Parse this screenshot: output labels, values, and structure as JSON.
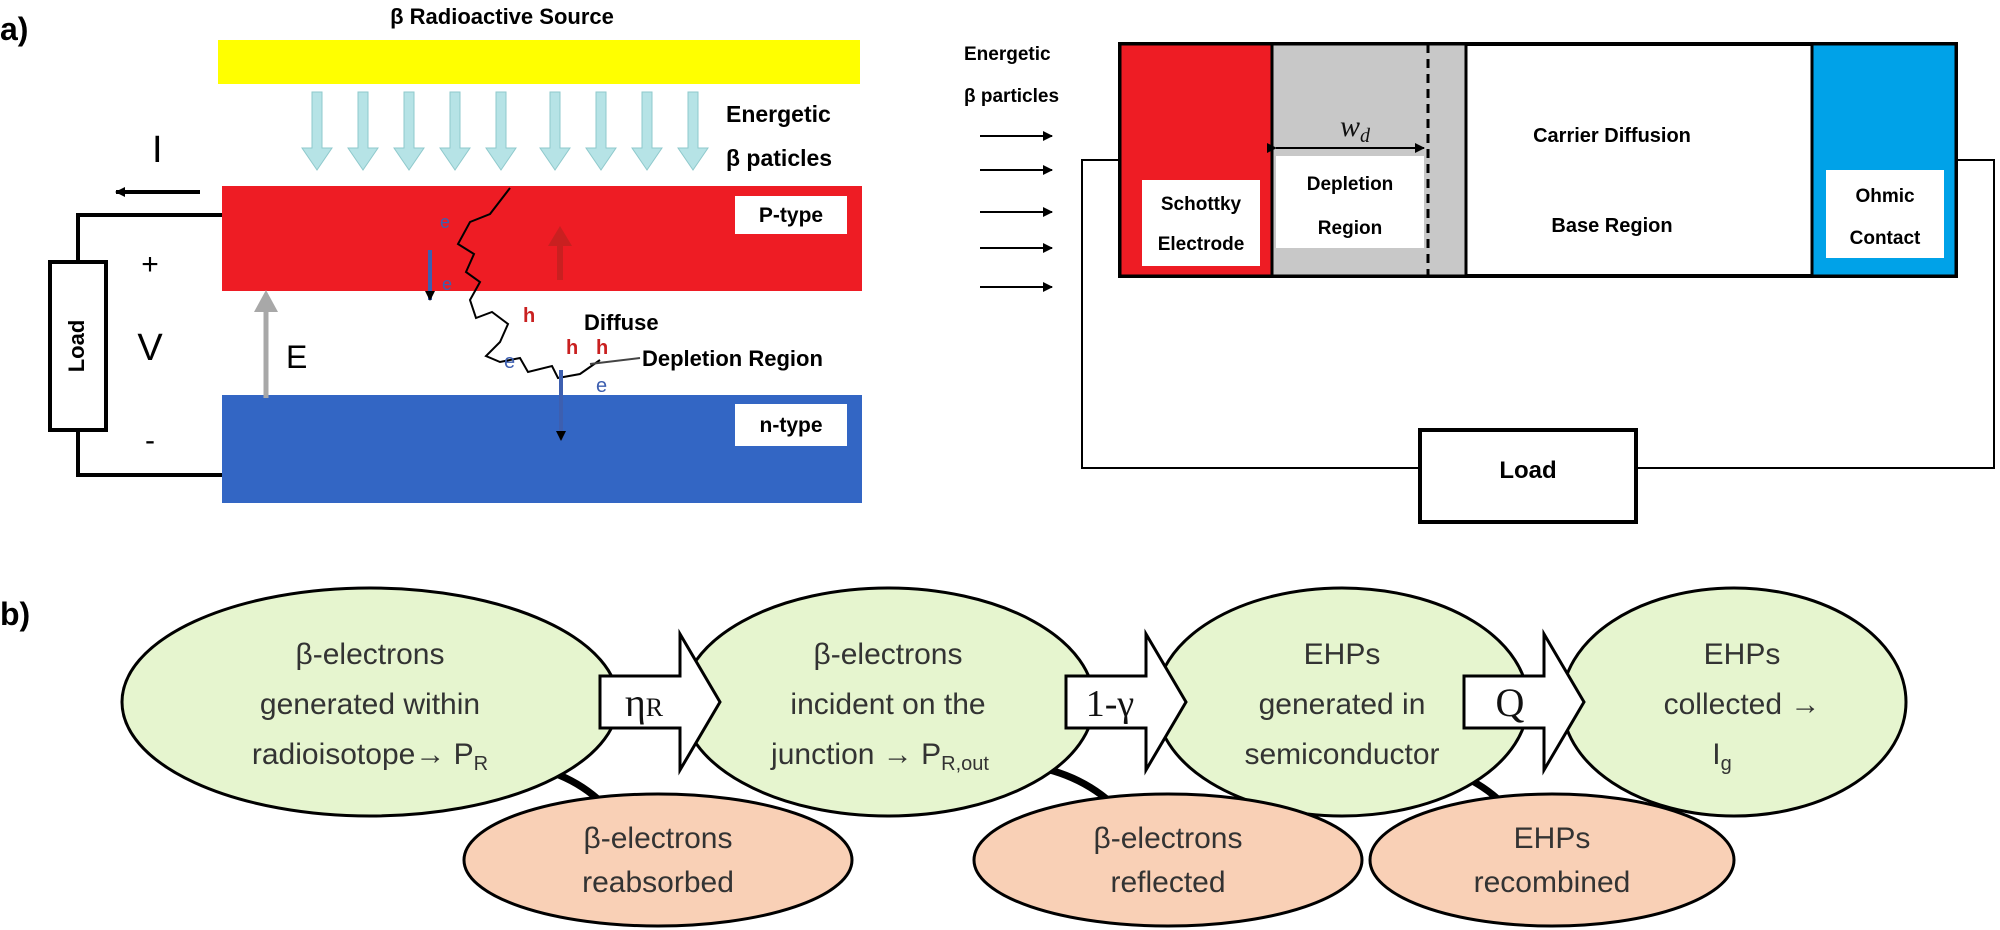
{
  "panel_labels": {
    "a": "a)",
    "b": "b)"
  },
  "left_diagram": {
    "source_title": "β Radioactive Source",
    "energetic_line1": "Energetic",
    "energetic_line2": "β paticles",
    "current_label": "I",
    "plus": "+",
    "voltage": "V",
    "minus": "-",
    "load": "Load",
    "field": "E",
    "p_type": "P-type",
    "n_type": "n-type",
    "diffuse": "Diffuse",
    "depletion": "Depletion Region",
    "carrier_e": "e",
    "carrier_h": "h",
    "colors": {
      "source": "#ffff00",
      "p_region": "#ee1c24",
      "n_region": "#3366c4",
      "arrows": "#b6e3e6"
    }
  },
  "right_diagram": {
    "energetic_line1": "Energetic",
    "energetic_line2": "β particles",
    "schottky_line1": "Schottky",
    "schottky_line2": "Electrode",
    "wd_main": "w",
    "wd_sub": "d",
    "depletion_line1": "Depletion",
    "depletion_line2": "Region",
    "diffusion_line1": "Carrier Diffusion",
    "diffusion_line2": "Base Region",
    "ohmic_line1": "Ohmic",
    "ohmic_line2": "Contact",
    "load": "Load",
    "colors": {
      "schottky": "#ee1c24",
      "depletion": "#c8c8c8",
      "ohmic": "#00a2e8"
    }
  },
  "flow": {
    "nodes": [
      {
        "lines": [
          "β-electrons",
          "generated within",
          "radioisotope→ P"
        ],
        "sub": "R"
      },
      {
        "lines": [
          "β-electrons",
          "incident on the",
          "junction → P"
        ],
        "sub": "R,out"
      },
      {
        "lines": [
          "EHPs",
          "generated in",
          "semiconductor"
        ]
      },
      {
        "lines": [
          "EHPs",
          "collected →",
          "I"
        ],
        "sub": "g"
      }
    ],
    "efficiencies": [
      {
        "main": "η",
        "sub": "R"
      },
      {
        "main": "1-γ"
      },
      {
        "main": "Q"
      }
    ],
    "losses": [
      {
        "lines": [
          "β-electrons",
          "reabsorbed"
        ]
      },
      {
        "lines": [
          "β-electrons",
          "reflected"
        ]
      },
      {
        "lines": [
          "EHPs",
          "recombined"
        ]
      }
    ],
    "colors": {
      "node_fill": "#e6f5cf",
      "loss_fill": "#f9d0b6"
    }
  }
}
